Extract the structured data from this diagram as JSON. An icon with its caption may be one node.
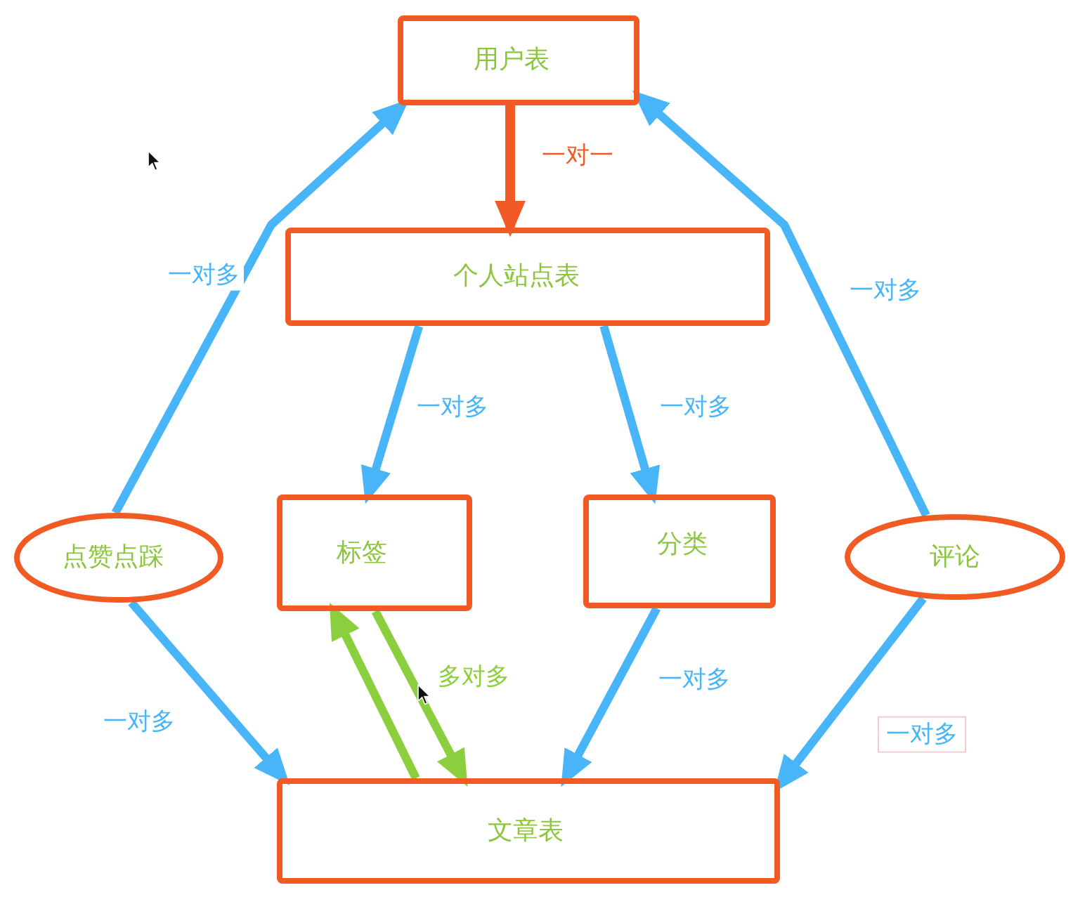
{
  "diagram": {
    "nodes": [
      {
        "text": [
          "用户表"
        ]
      },
      {
        "text": [
          "个人站点表"
        ]
      },
      {
        "text": [
          "点赞点踩"
        ]
      },
      {
        "text": [
          "标签"
        ]
      },
      {
        "text": [
          "分类"
        ]
      },
      {
        "text": [
          "评论"
        ]
      },
      {
        "text": [
          "文章表"
        ]
      }
    ],
    "edges": [
      {
        "from": 0,
        "to": 1,
        "arrow": "to",
        "label": "一对一",
        "color": "#f15a24"
      },
      {
        "from": 2,
        "to": 0,
        "arrow": "to",
        "label": "一对多"
      },
      {
        "from": 5,
        "to": 0,
        "arrow": "to",
        "label": "一对多"
      },
      {
        "from": 1,
        "to": 3,
        "arrow": "to",
        "label": "一对多"
      },
      {
        "from": 1,
        "to": 4,
        "arrow": "to",
        "label": "一对多"
      },
      {
        "from": 2,
        "to": 6,
        "arrow": "to",
        "label": "一对多"
      },
      {
        "from": 3,
        "to": 6,
        "arrow": "to",
        "label": "多对多",
        "color": "#8ccf3e"
      },
      {
        "from": 6,
        "to": 3,
        "arrow": "to",
        "color": "#8ccf3e"
      },
      {
        "from": 4,
        "to": 6,
        "arrow": "to",
        "label": "一对多"
      },
      {
        "from": 5,
        "to": 6,
        "arrow": "to",
        "label": "一对多"
      }
    ]
  }
}
